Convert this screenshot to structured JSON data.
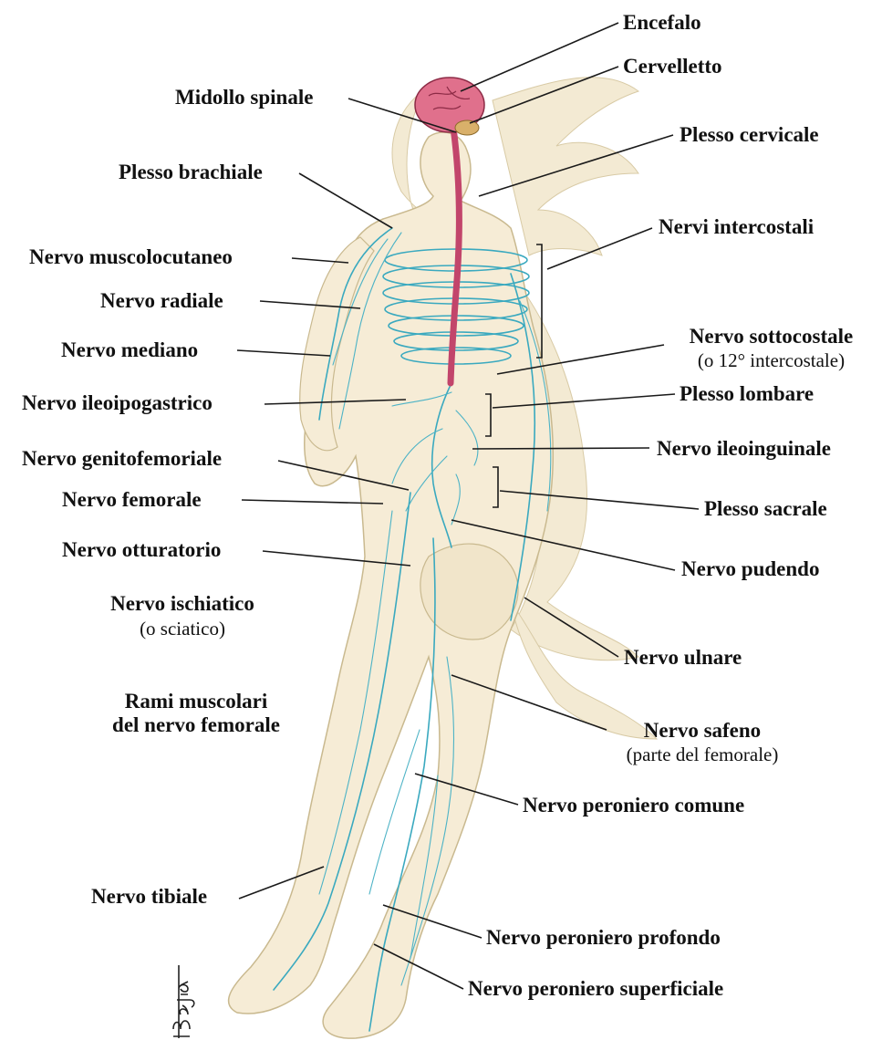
{
  "labels": {
    "encefalo": "Encefalo",
    "cervelletto": "Cervelletto",
    "midollo_spinale": "Midollo spinale",
    "plesso_cervicale": "Plesso cervicale",
    "plesso_brachiale": "Plesso brachiale",
    "nervi_intercostali": "Nervi intercostali",
    "nervo_muscolocutaneo": "Nervo muscolocutaneo",
    "nervo_radiale": "Nervo radiale",
    "nervo_sottocostale": "Nervo sottocostale",
    "nervo_sottocostale_sub": "(o 12° intercostale)",
    "nervo_mediano": "Nervo mediano",
    "nervo_ileoipogastrico": "Nervo ileoipogastrico",
    "plesso_lombare": "Plesso lombare",
    "nervo_ileoinguinale": "Nervo ileoinguinale",
    "nervo_genitofemoriale": "Nervo genitofemoriale",
    "nervo_femorale": "Nervo femorale",
    "plesso_sacrale": "Plesso sacrale",
    "nervo_otturatorio": "Nervo otturatorio",
    "nervo_pudendo": "Nervo pudendo",
    "nervo_ischiatico": "Nervo ischiatico",
    "nervo_ischiatico_sub": "(o sciatico)",
    "nervo_ulnare": "Nervo ulnare",
    "rami_muscolari_1": "Rami muscolari",
    "rami_muscolari_2": "del nervo femorale",
    "nervo_safeno": "Nervo safeno",
    "nervo_safeno_sub": "(parte del femorale)",
    "nervo_peroniero_comune": "Nervo peroniero comune",
    "nervo_tibiale": "Nervo tibiale",
    "nervo_peroniero_profondo": "Nervo peroniero profondo",
    "nervo_peroniero_superficiale": "Nervo peroniero superficiale"
  },
  "signature": "Bajra",
  "colors": {
    "skin": "#f6ecd6",
    "outline": "#c9b98f",
    "hair": "#f3ead3",
    "nerve": "#3aa9bf",
    "spinal_cord": "#c2456b",
    "brain": "#e0708c",
    "text": "#111111"
  }
}
